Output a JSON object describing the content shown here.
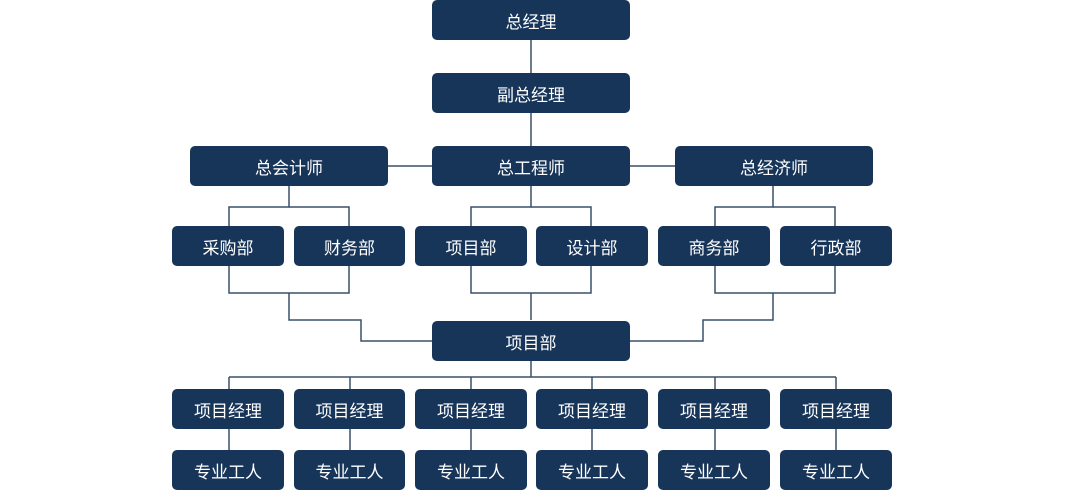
{
  "org": {
    "general_manager": "总经理",
    "deputy_general_manager": "副总经理",
    "chief_accountant": "总会计师",
    "chief_engineer": "总工程师",
    "chief_economist": "总经济师",
    "departments": [
      "采购部",
      "财务部",
      "项目部",
      "设计部",
      "商务部",
      "行政部"
    ],
    "project_department": "项目部",
    "project_managers": [
      "项目经理",
      "项目经理",
      "项目经理",
      "项目经理",
      "项目经理",
      "项目经理"
    ],
    "workers": [
      "专业工人",
      "专业工人",
      "专业工人",
      "专业工人",
      "专业工人",
      "专业工人"
    ]
  },
  "colors": {
    "node_fill": "#173459",
    "line": "#3a5068",
    "text": "#ffffff"
  }
}
